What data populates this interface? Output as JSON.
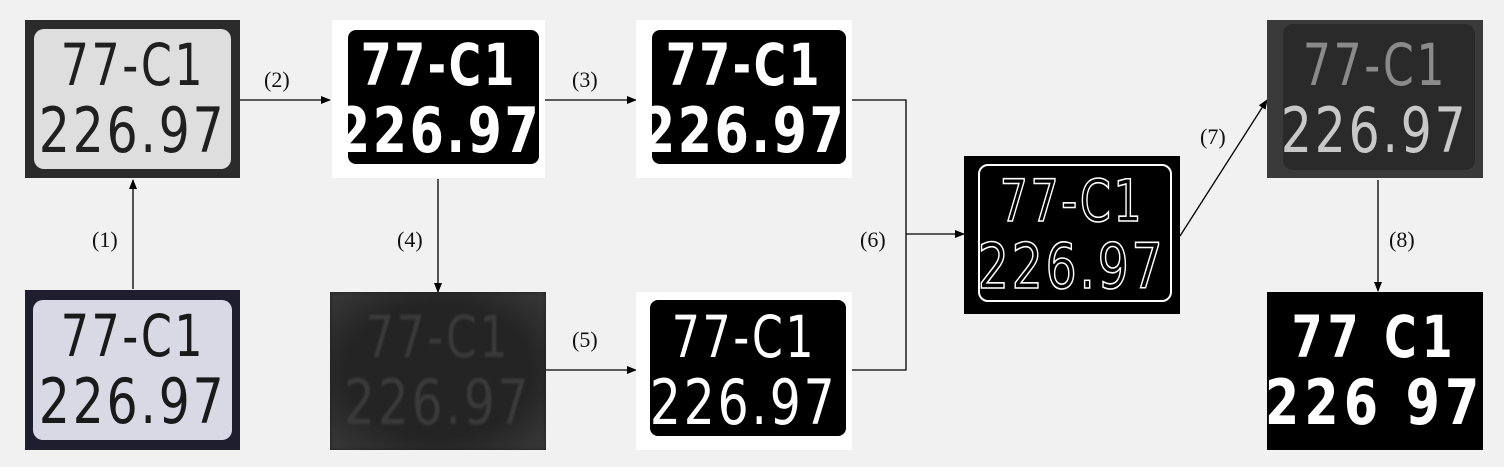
{
  "plate": {
    "line1": "77-C1",
    "line2": "226.97"
  },
  "final_plate": {
    "line1": "77 C1",
    "line2": "226 97"
  },
  "steps": [
    "(1)",
    "(2)",
    "(3)",
    "(4)",
    "(5)",
    "(6)",
    "(7)",
    "(8)"
  ]
}
